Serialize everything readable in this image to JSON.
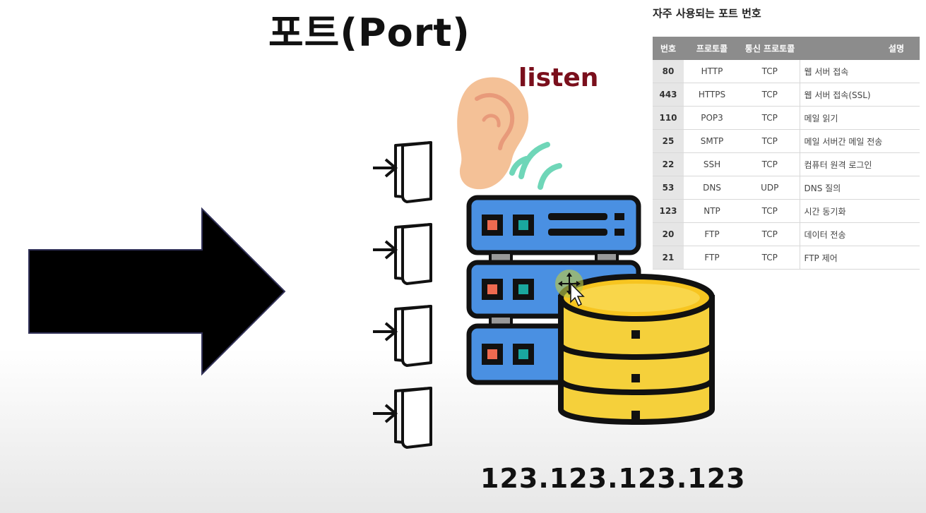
{
  "slide": {
    "title": "포트(Port)",
    "listen_label": "listen",
    "ip_address": "123.123.123.123"
  },
  "port_table": {
    "title": "자주 사용되는 포트 번호",
    "headers": [
      "번호",
      "프로토콜",
      "통신 프로토콜",
      "설명"
    ],
    "rows": [
      [
        "80",
        "HTTP",
        "TCP",
        "웹 서버 접속"
      ],
      [
        "443",
        "HTTPS",
        "TCP",
        "웹 서버 접속(SSL)"
      ],
      [
        "110",
        "POP3",
        "TCP",
        "메일 읽기"
      ],
      [
        "25",
        "SMTP",
        "TCP",
        "메일 서버간 메일 전송"
      ],
      [
        "22",
        "SSH",
        "TCP",
        "컴퓨터 원격 로그인"
      ],
      [
        "53",
        "DNS",
        "UDP",
        "DNS 질의"
      ],
      [
        "123",
        "NTP",
        "TCP",
        "시간 동기화"
      ],
      [
        "20",
        "FTP",
        "TCP",
        "데이터 전송"
      ],
      [
        "21",
        "FTP",
        "TCP",
        "FTP 제어"
      ]
    ]
  },
  "icons": {
    "arrow": "right-arrow-icon",
    "doors": "door-entry-icon",
    "ear": "ear-icon",
    "server": "server-rack-icon",
    "database": "database-icon",
    "cursor": "move-cursor-icon"
  },
  "colors": {
    "listen": "#7a0f1c",
    "server_blue": "#4a90e2",
    "database_yellow": "#f5d03b",
    "wave_teal": "#6fd6b8",
    "ear_skin": "#f4c197"
  }
}
